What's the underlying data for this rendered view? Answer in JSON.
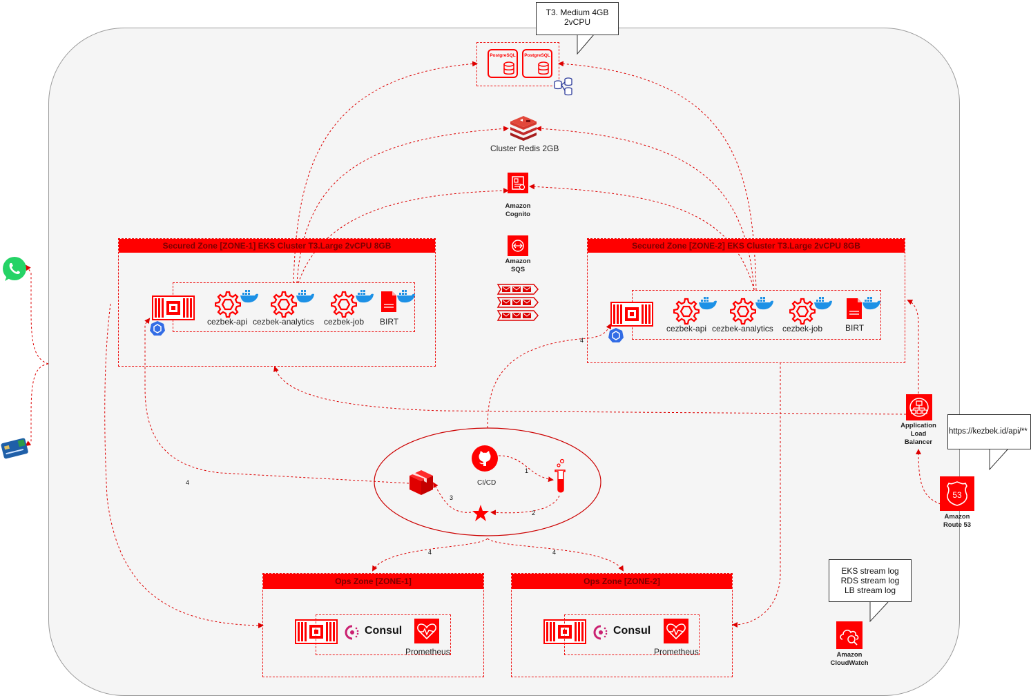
{
  "callouts": {
    "rds_spec": "T3. Medium 4GB\n2vCPU",
    "api_url": "https://kezbek.id/api/**",
    "logs": "EKS stream log\nRDS stream log\nLB stream log"
  },
  "services": {
    "redis_label": "Cluster Redis 2GB",
    "cognito_label": "Amazon\nCognito",
    "sqs_label": "Amazon\nSQS",
    "alb_label": "Application\nLoad\nBalancer",
    "route53_label": "Amazon\nRoute 53",
    "cloudwatch_label": "Amazon\nCloudWatch",
    "postgres_label": "PostgreSQL"
  },
  "zones": {
    "secured_1": "Secured Zone [ZONE-1] EKS Cluster T3.Large 2vCPU 8GB",
    "secured_2": "Secured Zone [ZONE-2] EKS Cluster T3.Large 2vCPU 8GB",
    "ops_1": "Ops Zone [ZONE-1]",
    "ops_2": "Ops Zone [ZONE-2]"
  },
  "workloads": {
    "api": "cezbek-api",
    "analytics": "cezbek-analytics",
    "job": "cezbek-job",
    "birt": "BIRT",
    "docker": "docker"
  },
  "ops": {
    "consul": "Consul",
    "prometheus": "Prometheus"
  },
  "cicd": {
    "label": "CI/CD"
  },
  "step_numbers": {
    "s1": "1",
    "s2": "2",
    "s3": "3",
    "s4": "4"
  },
  "colors": {
    "aws_red": "#ff0000",
    "dash_red": "#dd0000",
    "panel_bg": "#f5f5f5",
    "k8s_blue": "#326ce5",
    "whatsapp_green": "#25d366"
  },
  "icons": [
    "whatsapp-icon",
    "credit-card-icon",
    "postgresql-icon",
    "database-cluster-icon",
    "redis-icon",
    "cognito-icon",
    "sqs-icon",
    "sqs-queue-icon",
    "ec2-instance-icon",
    "kubernetes-icon",
    "service-gear-icon",
    "docker-icon",
    "report-document-icon",
    "github-icon",
    "test-tube-icon",
    "star-icon",
    "package-box-icon",
    "alb-icon",
    "route53-icon",
    "cloudwatch-icon",
    "consul-icon",
    "prometheus-icon"
  ]
}
